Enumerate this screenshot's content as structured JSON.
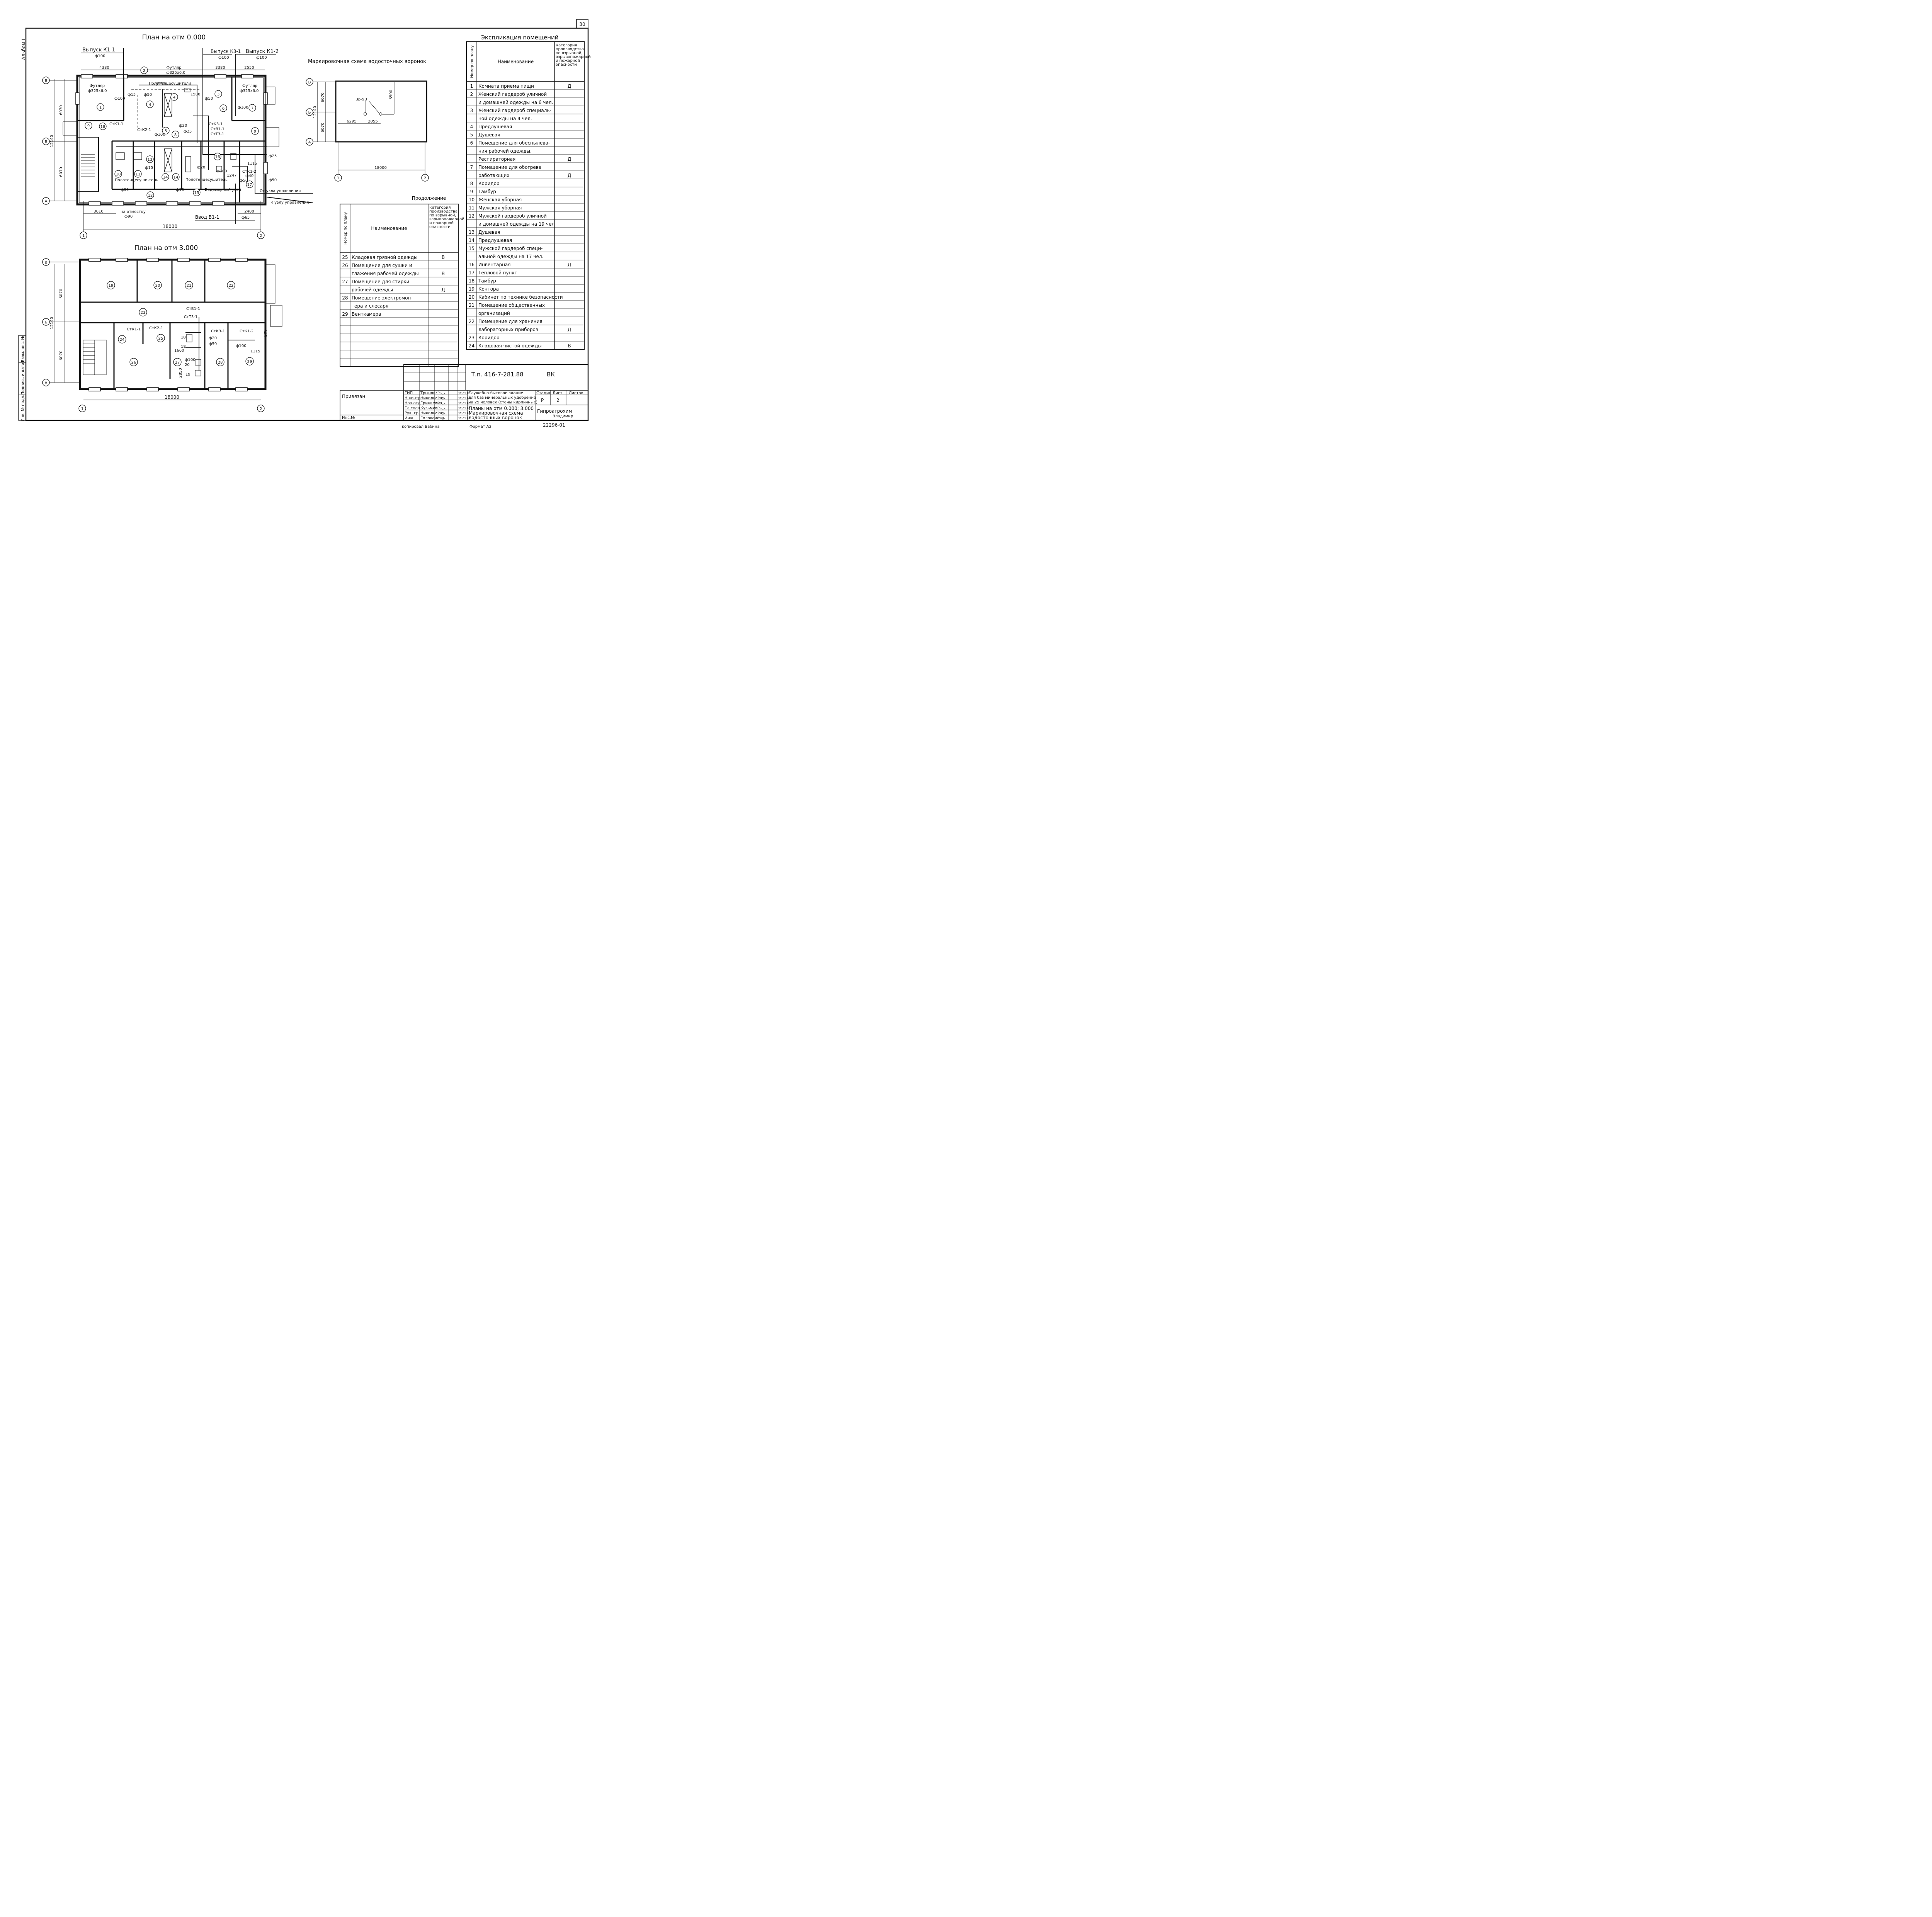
{
  "sheet_number": "30",
  "album": "Альбом I",
  "plan1": {
    "title": "План на отм 0.000",
    "outlets": {
      "k1_1": "Выпуск К1-1",
      "k1_1_dia": "ф100",
      "k3_1": "Выпуск К3-1",
      "k3_1_dia": "ф100",
      "k1_2": "Выпуск К1-2",
      "k1_2_dia": "ф100"
    },
    "futlyar_top": "Футляр",
    "futlyar_top_size": "ф325х6.0",
    "futlyar_left": "Футляр",
    "futlyar_left_size": "ф325х6.0",
    "futlyar_right": "Футляр",
    "futlyar_right_size": "ф325х6.0",
    "dims_top": [
      "4380",
      "3380",
      "2550"
    ],
    "dims_left": [
      "12140",
      "6070",
      "6070"
    ],
    "dim_bottom_left": "3010",
    "dim_bottom_right": "2400",
    "total_width": "18000",
    "axis_letters": [
      "В",
      "Б",
      "А"
    ],
    "axis_numbers": [
      "1",
      "2"
    ],
    "rooms": [
      "1",
      "2",
      "3",
      "4",
      "4",
      "5",
      "6",
      "7",
      "8",
      "9",
      "9",
      "10",
      "11",
      "12",
      "13",
      "14",
      "14",
      "15",
      "16",
      "17",
      "18"
    ],
    "risers": [
      "СтК1-1",
      "СтК2-1",
      "СтК3-1",
      "СтВ1-1",
      "СтТ3-1",
      "СтК1-2"
    ],
    "labels": {
      "polotenc_top": "Полотенцесушители",
      "polotenc_left": "Полотенцесуши-тель",
      "polotenc_mid": "Полотенцесушитель",
      "vodomer": "Водомерный узел",
      "ot_uzla": "От узла управления",
      "k_uzlu": "К узлу управления",
      "na_otmostku": "на отмостку",
      "otmostku_dia": "ф90",
      "vvod": "Ввод В1-1",
      "vvod_dia": "ф65",
      "d100": "ф100",
      "d90": "ф90",
      "d50": "ф50",
      "d25": "ф25",
      "d20": "ф20",
      "d15": "ф15",
      "d40": "ф40",
      "n1500": "1500",
      "n1115": "1115",
      "n1247": "1247",
      "n550": "550",
      "n430": "430"
    }
  },
  "plan2": {
    "title": "План на отм 3.000",
    "rooms": [
      "19",
      "20",
      "21",
      "22",
      "23",
      "24",
      "25",
      "26",
      "27",
      "28",
      "29"
    ],
    "risers": [
      "СтВ1-1",
      "СтТ3-1",
      "СтК1-1",
      "СтК2-1",
      "СтК3-1",
      "СтК1-2"
    ],
    "dims": [
      "12140",
      "6070",
      "6070",
      "18000",
      "1660",
      "2850",
      "1115",
      "200"
    ],
    "labels": {
      "d100": "ф100",
      "d50": "ф50",
      "d20": "ф20",
      "n18": "18",
      "n19": "19",
      "n20": "20"
    }
  },
  "funnel_scheme": {
    "title": "Маркировочная схема водосточных воронок",
    "label": "Вр-9В",
    "dims": [
      "12140",
      "6070",
      "6070",
      "6500",
      "6295",
      "2055",
      "18000"
    ]
  },
  "explication": {
    "title": "Экспликация помещений",
    "headers": [
      "Номер по плану",
      "Наименование",
      "Категория производства по взрывной, взрывопожарной и пожарной опасности"
    ],
    "rows": [
      [
        "1",
        "Комната приема пищи",
        "Д"
      ],
      [
        "2",
        "Женский гардероб уличной",
        ""
      ],
      [
        "",
        "и домашней одежды на 6 чел.",
        ""
      ],
      [
        "3",
        "Женский гардероб специаль-",
        ""
      ],
      [
        "",
        "ной одежды на 4 чел.",
        ""
      ],
      [
        "4",
        "Предлушевая",
        ""
      ],
      [
        "5",
        "Душевая",
        ""
      ],
      [
        "6",
        "Помещение для обеспылева-",
        ""
      ],
      [
        "",
        "ния рабочей одежды.",
        ""
      ],
      [
        "",
        "Респираторная",
        "Д"
      ],
      [
        "7",
        "Помещение для обогрева",
        ""
      ],
      [
        "",
        "работающих",
        "Д"
      ],
      [
        "8",
        "Коридор",
        ""
      ],
      [
        "9",
        "Тамбур",
        ""
      ],
      [
        "10",
        "Женская уборная",
        ""
      ],
      [
        "11",
        "Мужская уборная",
        ""
      ],
      [
        "12",
        "Мужской гардероб уличной",
        ""
      ],
      [
        "",
        "и домашней одежды на 19 чел",
        ""
      ],
      [
        "13",
        "Душевая",
        ""
      ],
      [
        "14",
        "Предлушевая",
        ""
      ],
      [
        "15",
        "Мужской гардероб специ-",
        ""
      ],
      [
        "",
        "альной одежды на 17 чел.",
        ""
      ],
      [
        "16",
        "Инвентарная",
        "Д"
      ],
      [
        "17",
        "Тепловой пункт",
        ""
      ],
      [
        "18",
        "Тамбур",
        ""
      ],
      [
        "19",
        "Контора",
        ""
      ],
      [
        "20",
        "Кабинет по технике безопасности",
        ""
      ],
      [
        "21",
        "Помещение общественных",
        ""
      ],
      [
        "",
        "организаций",
        ""
      ],
      [
        "22",
        "Помещение для хранения",
        ""
      ],
      [
        "",
        "лабораторных приборов",
        "Д"
      ],
      [
        "23",
        "Коридор",
        ""
      ],
      [
        "24",
        "Кладовая чистой одежды",
        "В"
      ]
    ]
  },
  "continuation": {
    "title": "Продолжение",
    "headers": [
      "Номер по плану",
      "Наименование",
      "Категория производства по взрывной, взрывопожарной и пожарной опасности"
    ],
    "rows": [
      [
        "25",
        "Кладовая грязной одежды",
        "В"
      ],
      [
        "26",
        "Помещение для сушки и",
        ""
      ],
      [
        "",
        "глажения рабочей одежды",
        "В"
      ],
      [
        "27",
        "Помещение для стирки",
        ""
      ],
      [
        "",
        "рабочей одежды",
        "Д"
      ],
      [
        "28",
        "Помещение электромон-",
        ""
      ],
      [
        "",
        "тера и слесаря",
        ""
      ],
      [
        "29",
        "Венткамера",
        ""
      ],
      [
        "",
        "",
        ""
      ],
      [
        "",
        "",
        ""
      ],
      [
        "",
        "",
        ""
      ],
      [
        "",
        "",
        ""
      ],
      [
        "",
        "",
        ""
      ],
      [
        "",
        "",
        ""
      ]
    ]
  },
  "title_block": {
    "doc_code": "Т.п. 416-7-281.88",
    "doc_mark": "ВК",
    "privyazan": "Привязан",
    "inv": "Инв.№",
    "roles": [
      "ГИП",
      "Н.контр.",
      "Нач.отд.",
      "Гл.спец.",
      "Рук. гр.",
      "Инж."
    ],
    "names": [
      "Трынов",
      "Никольская",
      "Гринкевич",
      "Кузьмин",
      "Никольская",
      "Голованова"
    ],
    "dates": [
      "12.01.88",
      "12.01.88",
      "12.01.88",
      "12.01.88",
      "12.01.88",
      "12.01.88"
    ],
    "project": [
      "Служебно-бытовое здание",
      "для баз минеральных удобрений",
      "на 25 человек (стены кирпичные)"
    ],
    "sheet_title": [
      "Планы на отм 0.000; 3.000",
      "Маркировочная схема",
      "водосточных воронок"
    ],
    "stage_label": "Стадия",
    "sheet_label": "Лист",
    "sheets_label": "Листов",
    "stage": "Р",
    "sheet": "2",
    "org": "Гипроагрохим",
    "city": "Владимир"
  },
  "side_stamp": [
    "Инв. № подл.",
    "Подпись и дата",
    "Взам. инв. №"
  ],
  "footer": {
    "copied": "копировал Бабина",
    "format": "Формат А2",
    "number": "22296-01"
  }
}
